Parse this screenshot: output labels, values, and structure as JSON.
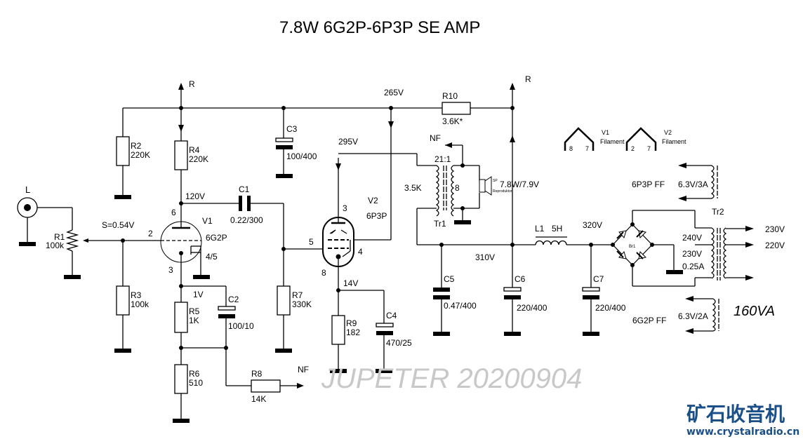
{
  "title": "7.8W  6G2P-6P3P   SE AMP",
  "watermark": "JUPETER 20200904",
  "logo": {
    "text": "矿石收音机",
    "url": "www.crystalradio.cn"
  },
  "rail_labels": {
    "r_left": "R",
    "r_right": "R",
    "nf_out": "NF",
    "nf_in": "NF"
  },
  "input": {
    "label": "L"
  },
  "voltages": {
    "v265": "265V",
    "v295": "295V",
    "v120": "120V",
    "v1": "1V",
    "v14": "14V",
    "v310": "310V",
    "v320": "320V",
    "signal": "S=0.54V"
  },
  "components": {
    "R1": {
      "name": "R1",
      "value": "100k"
    },
    "R2": {
      "name": "R2",
      "value": "220K"
    },
    "R3": {
      "name": "R3",
      "value": "100k"
    },
    "R4": {
      "name": "R4",
      "value": "220K"
    },
    "R5": {
      "name": "R5",
      "value": "1K"
    },
    "R6": {
      "name": "R6",
      "value": "510"
    },
    "R7": {
      "name": "R7",
      "value": "330K"
    },
    "R8": {
      "name": "R8",
      "value": "14K"
    },
    "R9": {
      "name": "R9",
      "value": "182"
    },
    "R10": {
      "name": "R10",
      "value": "3.6K*"
    },
    "C1": {
      "name": "C1",
      "value": "0.22/300"
    },
    "C2": {
      "name": "C2",
      "value": "100/10"
    },
    "C3": {
      "name": "C3",
      "value": "100/400"
    },
    "C4": {
      "name": "C4",
      "value": "470/25"
    },
    "C5": {
      "name": "C5",
      "value": "0.47/400"
    },
    "C6": {
      "name": "C6",
      "value": "220/400"
    },
    "C7": {
      "name": "C7",
      "value": "220/400"
    },
    "L1": {
      "name": "L1",
      "value": "5H"
    },
    "V1": {
      "name": "V1",
      "type": "6G2P",
      "pins": {
        "anode": "6",
        "grid": "2",
        "cathode": "3",
        "heater": "4/5"
      }
    },
    "V2": {
      "name": "V2",
      "type": "6P3P",
      "pins": {
        "anode": "3",
        "grid": "5",
        "cathode": "8",
        "g2": "4"
      }
    },
    "Tr1": {
      "name": "Tr1",
      "ratio": "21:1",
      "primary": "3.5K",
      "secondary": "8"
    },
    "Tr2": {
      "name": "Tr2",
      "sec_hi": "240V",
      "sec_lo": "230V",
      "current": "0.25A",
      "prim_a": "230V",
      "prim_b": "220V",
      "rating": "160VA"
    },
    "Br1": {
      "name": "Br1"
    },
    "SP": {
      "name": "SP",
      "sub": "Reproduktor",
      "label": "7.8W/7.9V"
    }
  },
  "filaments": {
    "v1": {
      "label": "V1",
      "sub": "Filament",
      "pins": [
        "8",
        "7"
      ]
    },
    "v2": {
      "label": "V2",
      "sub": "Filament",
      "pins": [
        "2",
        "7"
      ]
    },
    "ff_6p3p": {
      "label": "6P3P FF",
      "value": "6.3V/3A"
    },
    "ff_6g2p": {
      "label": "6G2P FF",
      "value": "6.3V/2A"
    }
  }
}
